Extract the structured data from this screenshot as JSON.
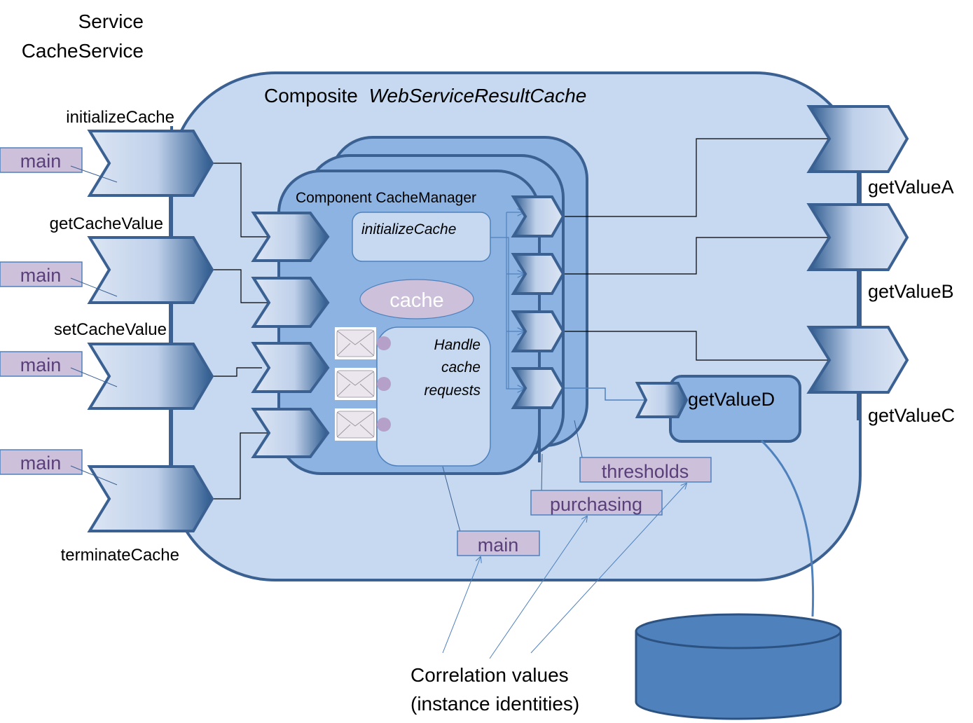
{
  "service": {
    "kind_label": "Service",
    "name": "CacheService"
  },
  "composite": {
    "kind_label": "Composite",
    "name": "WebServiceResultCache"
  },
  "component": {
    "title": "Component CacheManager",
    "init_box_label": "initializeCache",
    "cache_label": "cache",
    "handler_lines": [
      "Handle",
      "cache",
      "requests"
    ]
  },
  "service_operations": [
    {
      "name": "initializeCache",
      "correlation": "main"
    },
    {
      "name": "getCacheValue",
      "correlation": "main"
    },
    {
      "name": "setCacheValue",
      "correlation": "main"
    },
    {
      "name": "terminateCache",
      "correlation": "main"
    }
  ],
  "references": [
    {
      "name": "getValueA"
    },
    {
      "name": "getValueB"
    },
    {
      "name": "getValueC"
    }
  ],
  "inner_component": {
    "name": "getValueD"
  },
  "correlation_tags": {
    "main": "main",
    "purchasing": "purchasing",
    "thresholds": "thresholds"
  },
  "annotation": {
    "line1": "Correlation values",
    "line2": "(instance identities)"
  },
  "colors": {
    "composite_fill": "#c6d9f0",
    "composite_stroke": "#3b6192",
    "component_fill": "#8db3e2",
    "inner_box_fill": "#c6d9f0",
    "tag_fill": "#ccc0da",
    "tag_text": "#5a3f7a",
    "database_fill": "#4f81bd",
    "dark_blue": "#2c5282"
  }
}
